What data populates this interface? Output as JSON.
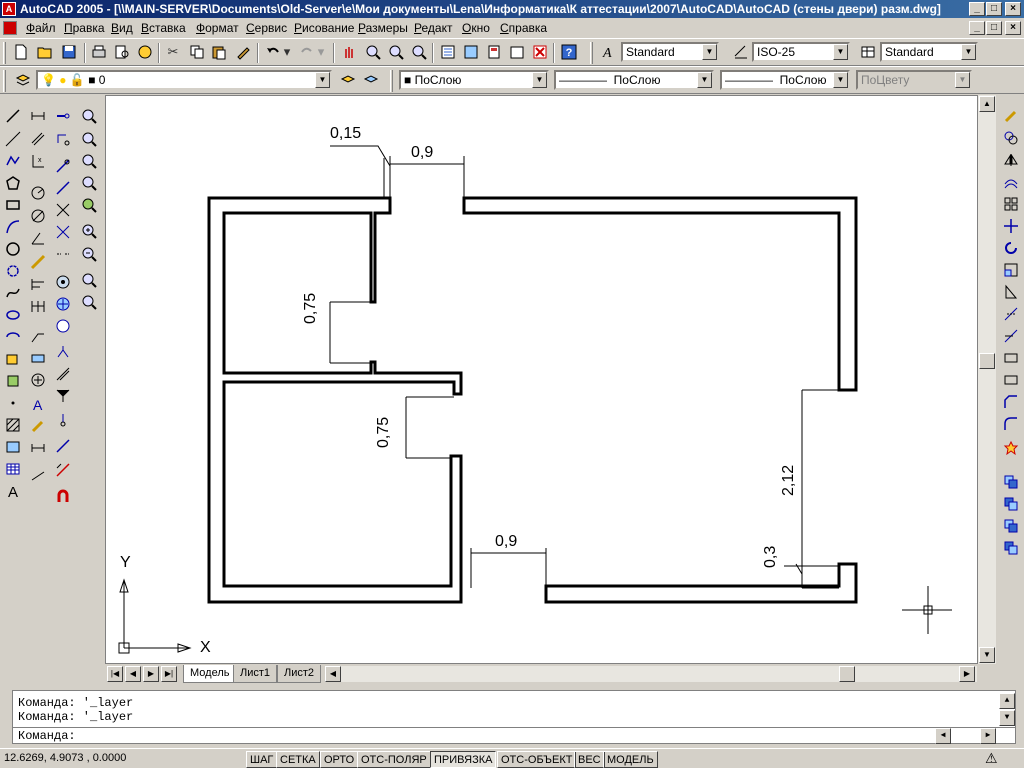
{
  "window": {
    "title": "AutoCAD 2005 - [\\\\MAIN-SERVER\\Documents\\Old-Server\\e\\Мои документы\\Lena\\Информатика\\К аттестации\\2007\\AutoCAD\\AutoCAD (стены двери) разм.dwg]"
  },
  "menu": [
    "Файл",
    "Правка",
    "Вид",
    "Вставка",
    "Формат",
    "Сервис",
    "Рисование",
    "Размеры",
    "Редакт",
    "Окно",
    "Справка"
  ],
  "styles": {
    "text_style": "Standard",
    "dim_style": "ISO-25",
    "table_style": "Standard"
  },
  "properties": {
    "layer": "0",
    "color": "ПоСлою",
    "linetype": "ПоСлою",
    "lineweight": "ПоСлою",
    "plotstyle": "ПоЦвету"
  },
  "dimensions": {
    "top_door_left": "0,15",
    "top_door_width": "0,9",
    "room1_opening": "0,75",
    "room2_opening": "0,75",
    "right_opening": "2,12",
    "right_small": "0,3",
    "bottom_door_width": "0,9"
  },
  "ucs": {
    "x_label": "X",
    "y_label": "Y"
  },
  "layout_tabs": [
    "Модель",
    "Лист1",
    "Лист2"
  ],
  "command_history": [
    "Команда:  '_layer",
    "Команда:  '_layer"
  ],
  "command_prompt": "Команда:",
  "status": {
    "coordinates": "12.6269, 4.9073 , 0.0000",
    "toggles": [
      "ШАГ",
      "СЕТКА",
      "ОРТО",
      "ОТС-ПОЛЯР",
      "ПРИВЯЗКА",
      "ОТС-ОБЪЕКТ",
      "ВЕС",
      "МОДЕЛЬ"
    ]
  }
}
